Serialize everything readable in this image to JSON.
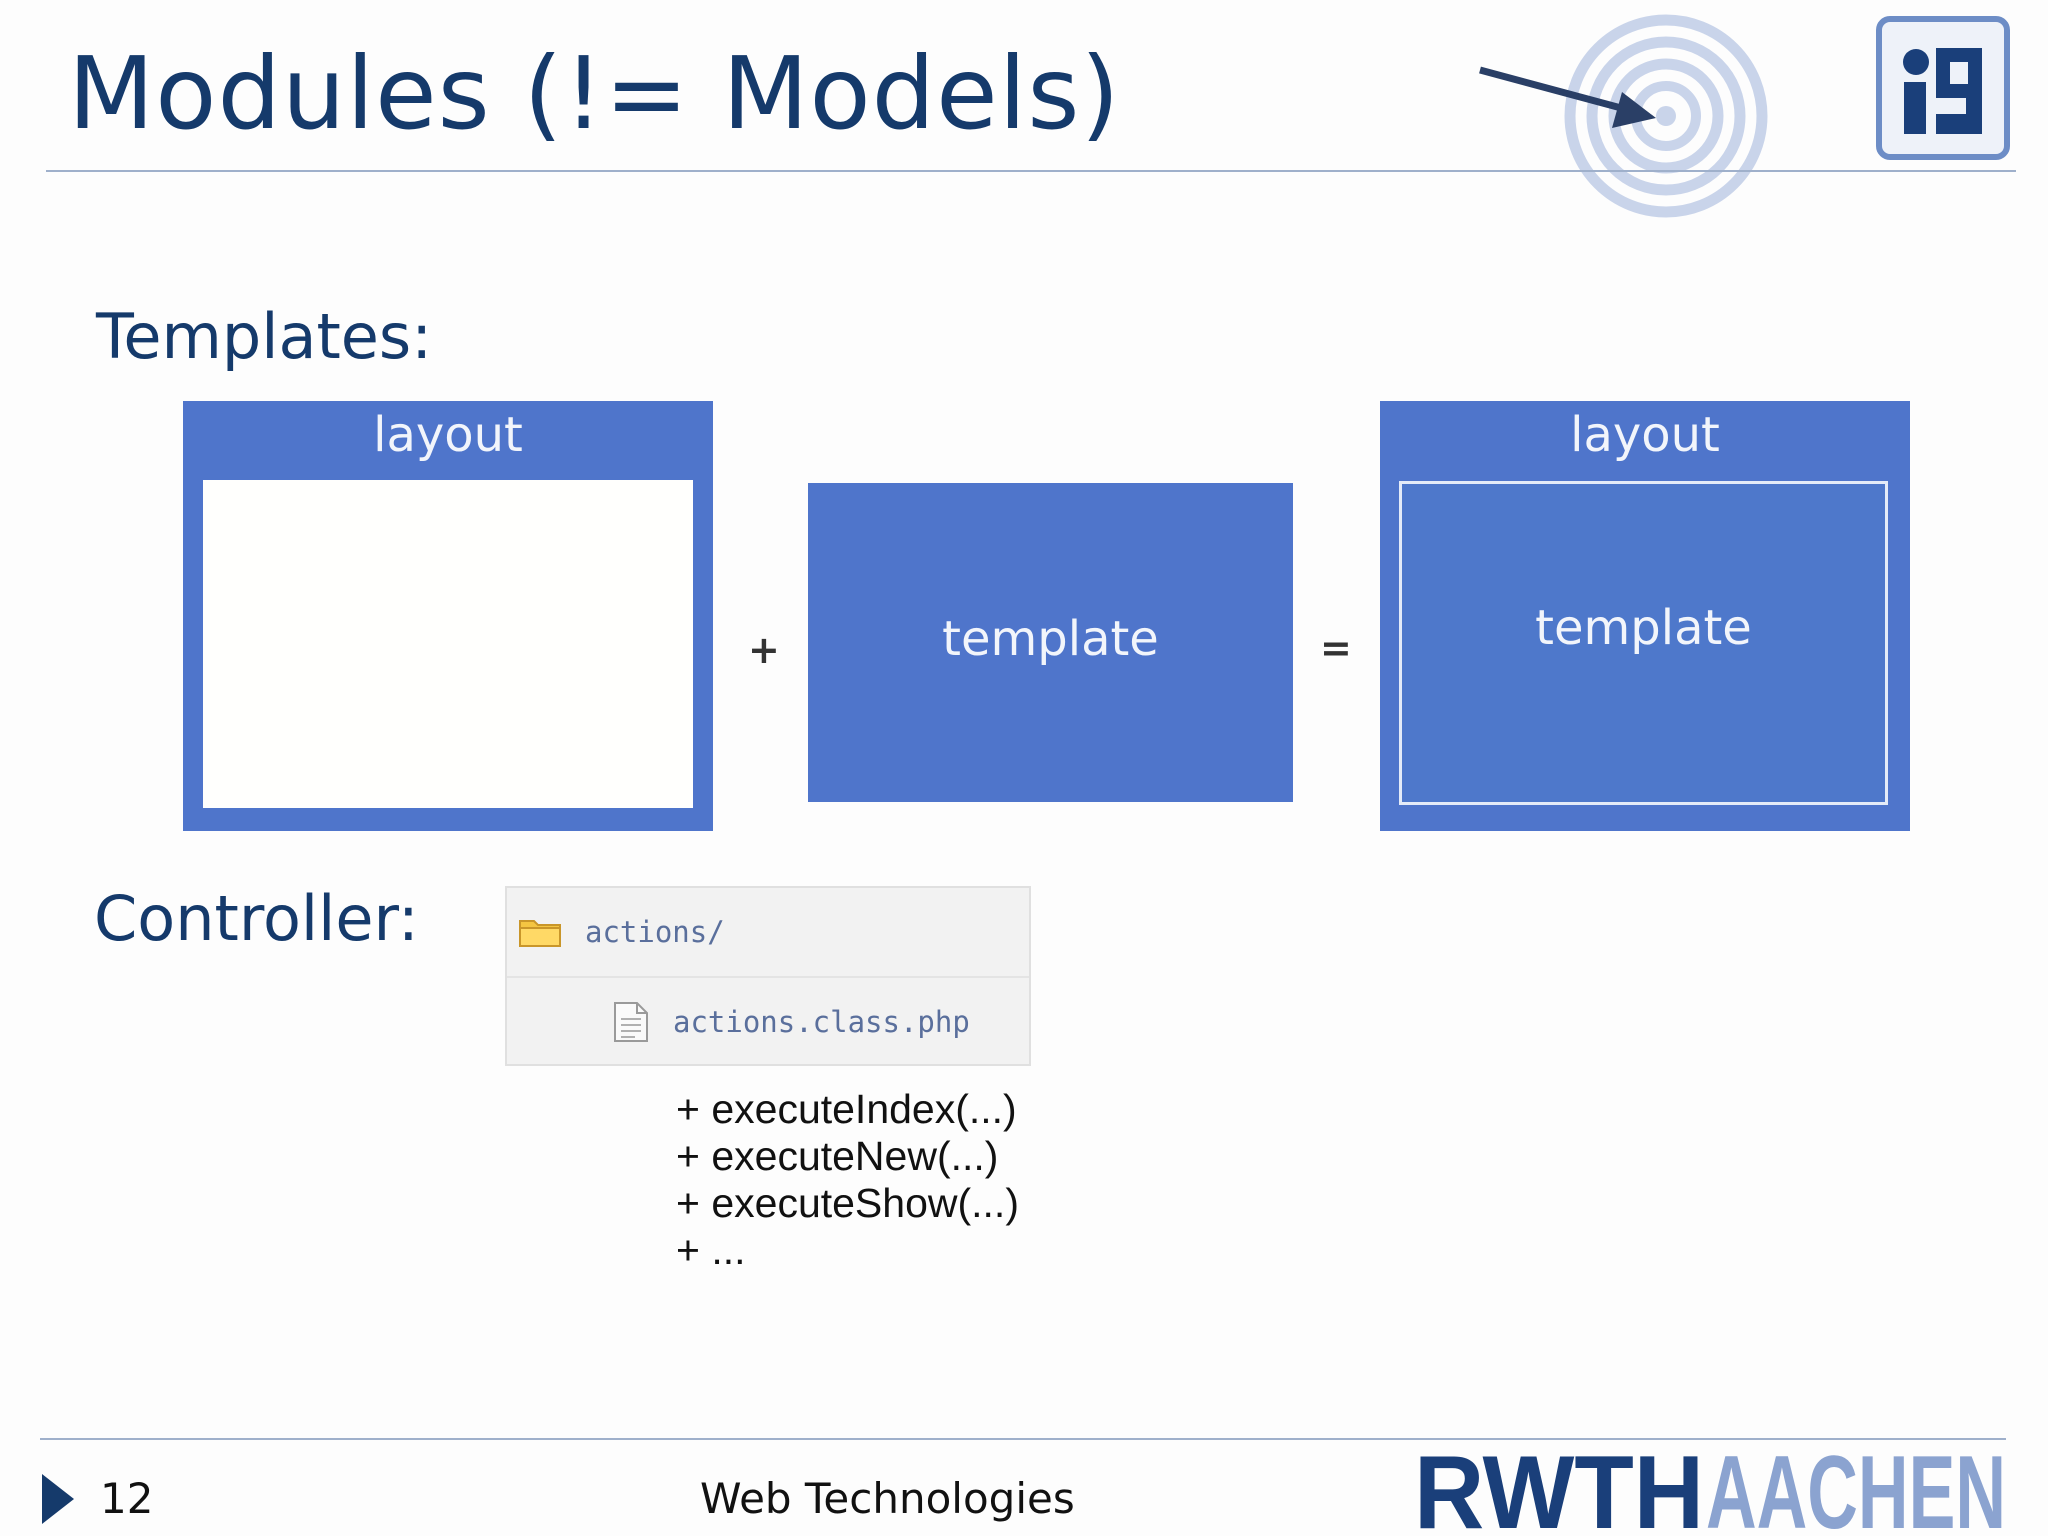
{
  "slide": {
    "title": "Modules (!= Models)",
    "logo_text": "i9"
  },
  "templates": {
    "label": "Templates:",
    "layout_box_left": {
      "title": "layout"
    },
    "plus_operator": "+",
    "template_box": {
      "label": "template"
    },
    "equals_operator": "=",
    "layout_box_right": {
      "title": "layout",
      "inner_label": "template"
    }
  },
  "controller": {
    "label": "Controller:",
    "tree": [
      {
        "icon": "folder-icon",
        "name": "actions/"
      },
      {
        "icon": "file-icon",
        "name": "actions.class.php"
      }
    ],
    "methods": [
      "+ executeIndex(...)",
      "+ executeNew(...)",
      "+ executeShow(...)",
      "+ ..."
    ]
  },
  "footer": {
    "page_number": "12",
    "course_title": "Web Technologies",
    "university_logo": "RWTHAACHEN",
    "colors": {
      "logo_dark": "#1a3f7a",
      "logo_light": "#8ba3d0"
    }
  },
  "colors": {
    "title_text": "#153a6b",
    "diagram_blue": "#4f75cb",
    "tree_text": "#5a6f9c"
  }
}
